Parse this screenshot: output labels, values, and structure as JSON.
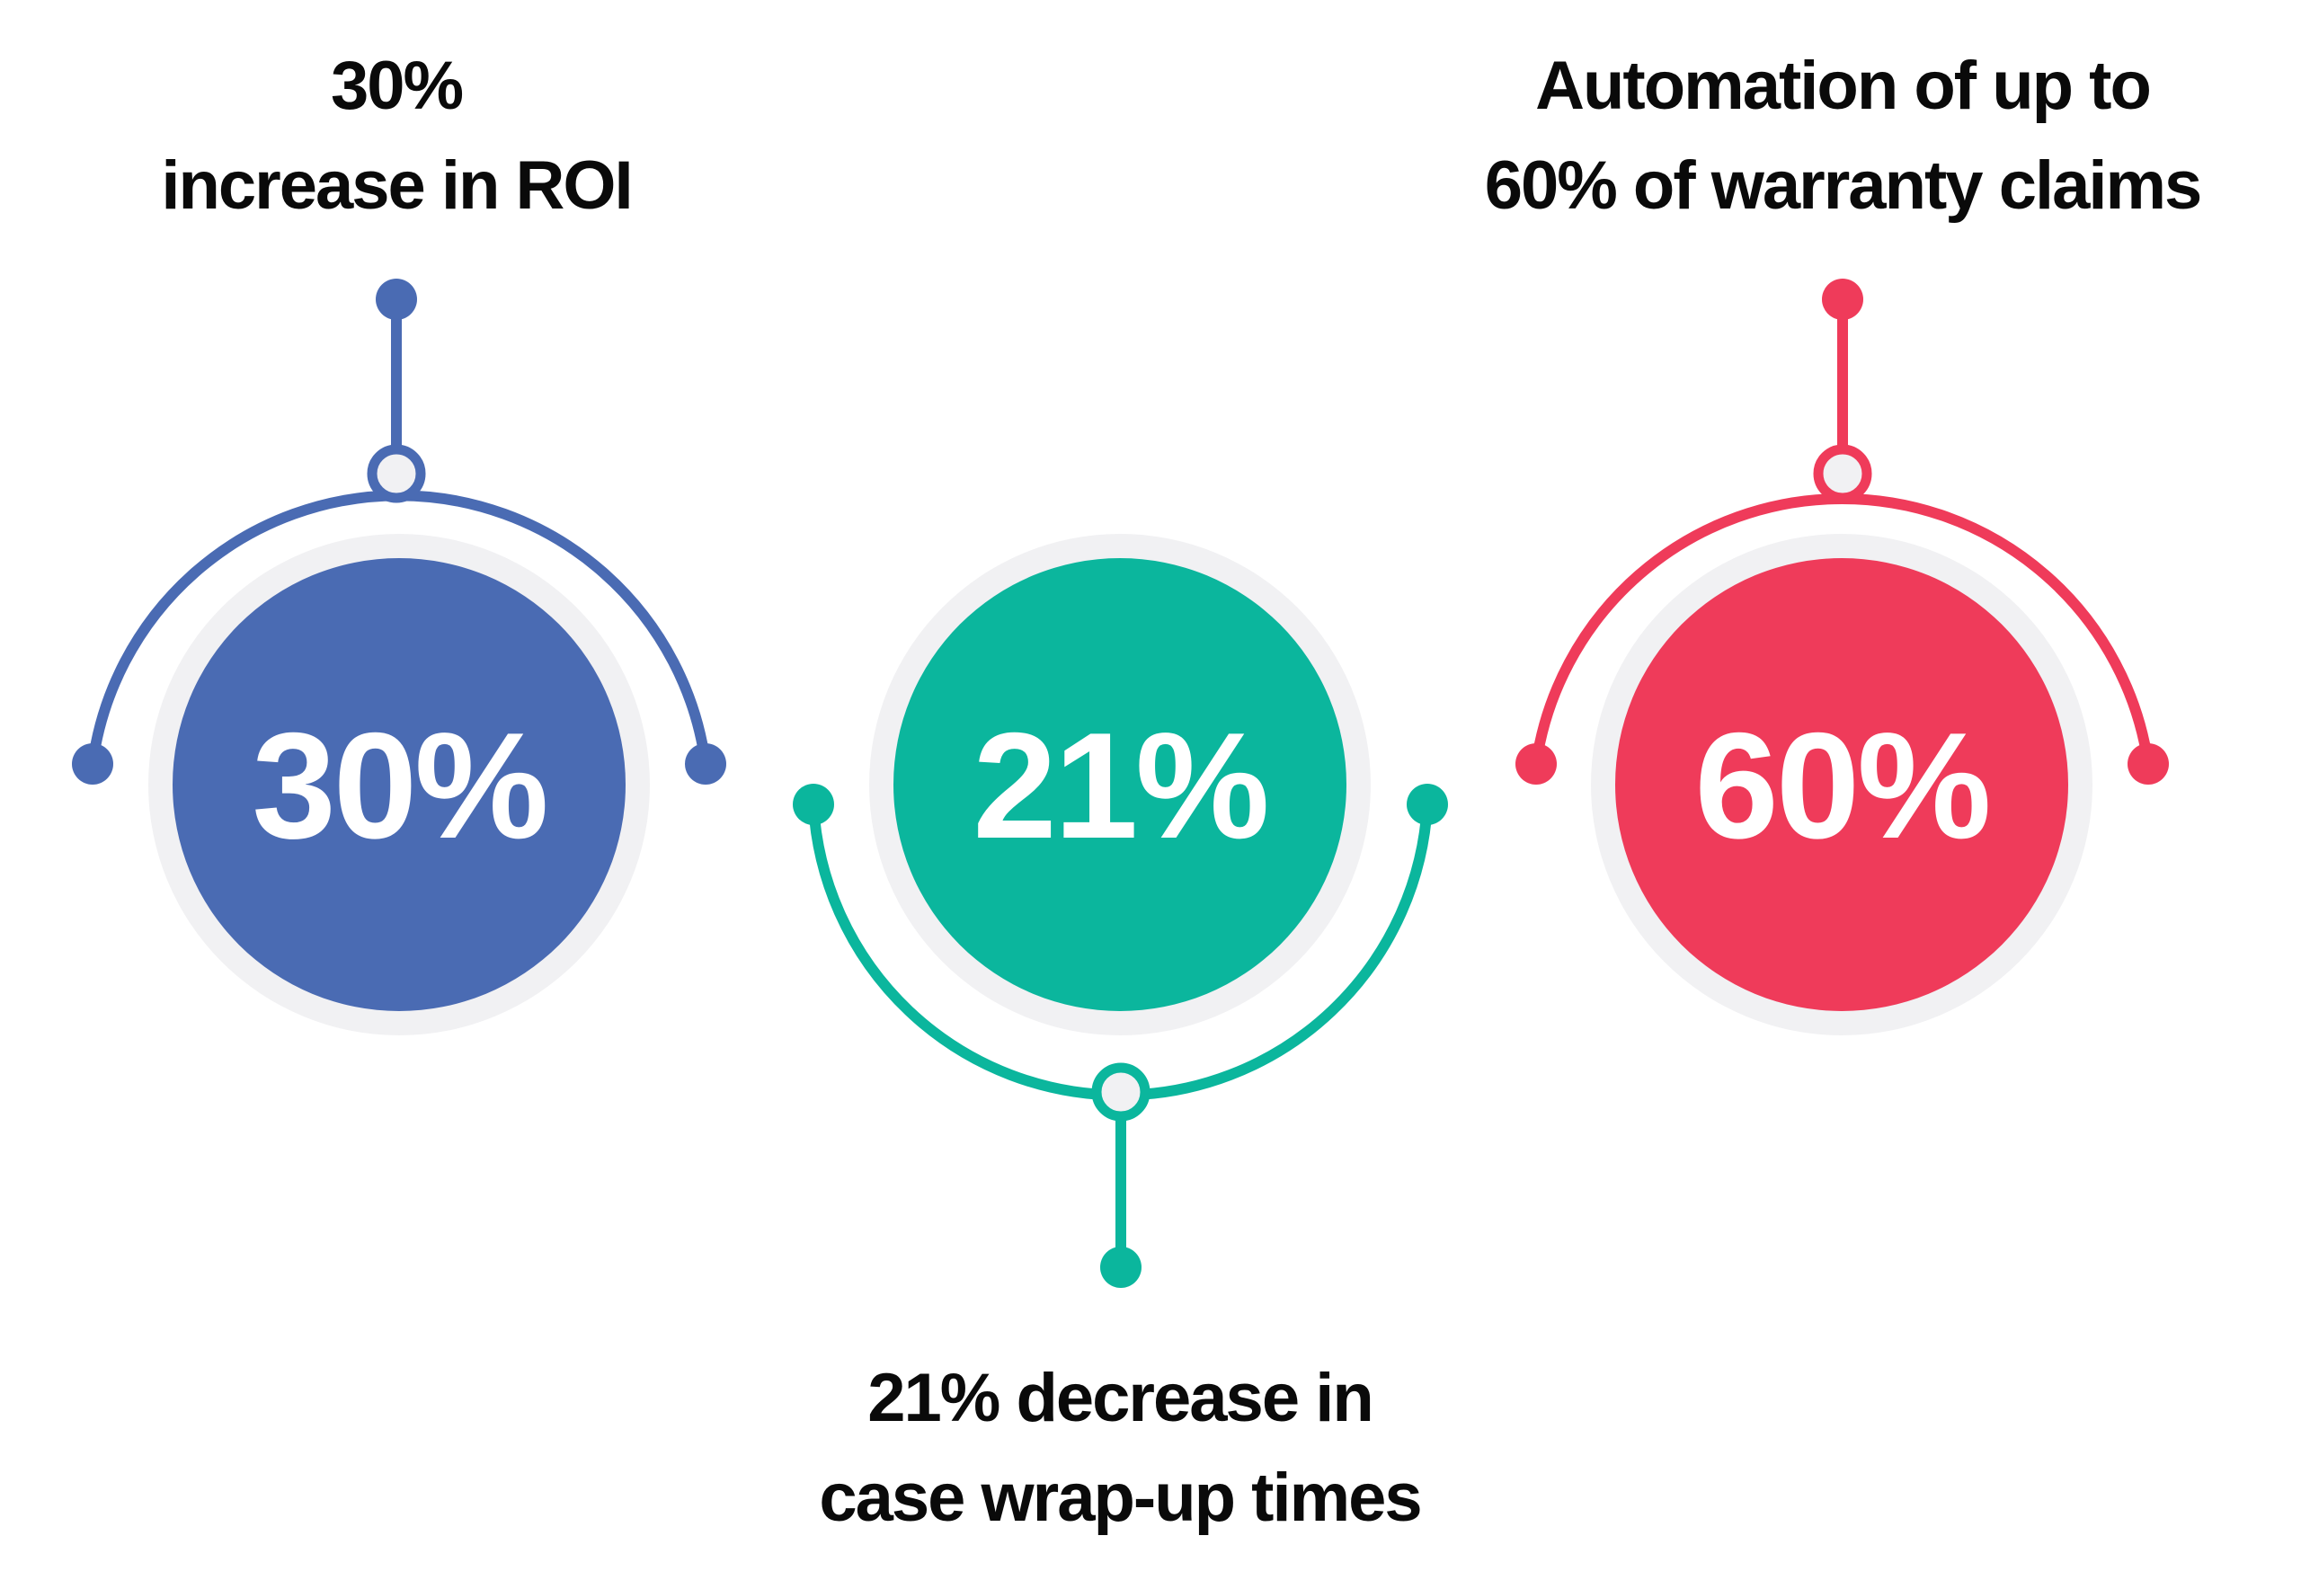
{
  "colors": {
    "blue": "#4A6BB3",
    "green": "#0BB69D",
    "red": "#EF3B5A",
    "ring": "#F1F1F3",
    "text": "#0A0A0A",
    "background": "#FFFFFF"
  },
  "stats": [
    {
      "id": "roi",
      "value": "30%",
      "color": "blue",
      "caption": [
        "30%",
        "increase in ROI"
      ],
      "caption_position": "top"
    },
    {
      "id": "case-wrap-up",
      "value": "21%",
      "color": "green",
      "caption": [
        "21% decrease in",
        "case wrap-up times"
      ],
      "caption_position": "bottom"
    },
    {
      "id": "warranty-claims",
      "value": "60%",
      "color": "red",
      "caption": [
        "Automation of up to",
        "60% of warranty claims"
      ],
      "caption_position": "top"
    }
  ]
}
